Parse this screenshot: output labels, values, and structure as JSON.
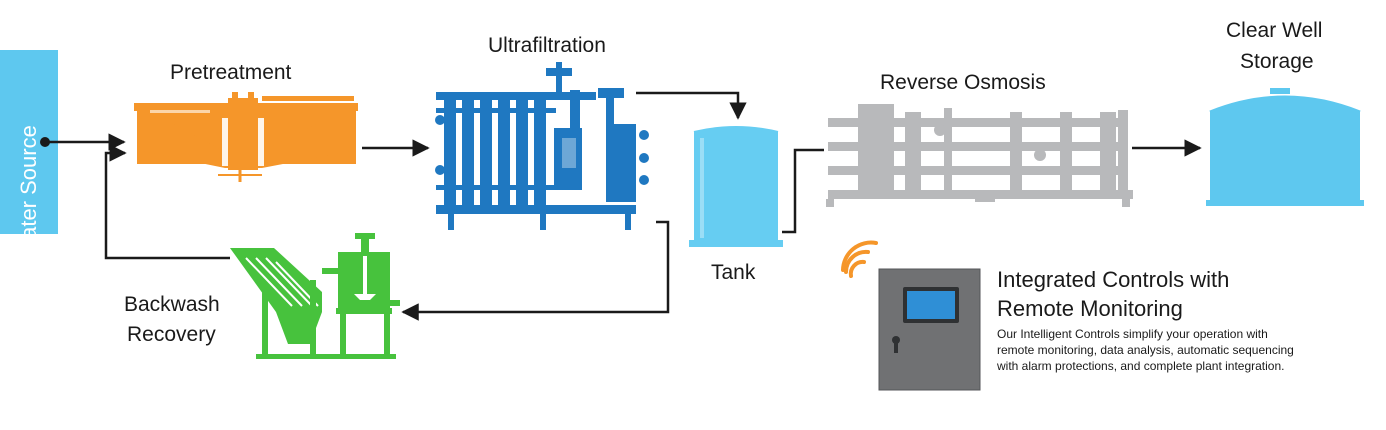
{
  "source": {
    "label": "Water Source"
  },
  "stages": {
    "pretreatment": "Pretreatment",
    "ultrafiltration": "Ultrafiltration",
    "tank": "Tank",
    "reverse_osmosis": "Reverse Osmosis",
    "clear_well_line1": "Clear Well",
    "clear_well_line2": "Storage",
    "backwash_line1": "Backwash",
    "backwash_line2": "Recovery"
  },
  "controls": {
    "title_line1": "Integrated Controls with",
    "title_line2": "Remote Monitoring",
    "description": "Our Intelligent Controls simplify your operation with remote monitoring, data analysis, automatic sequencing with alarm protections, and complete plant integration."
  },
  "colors": {
    "source": "#5ec8ef",
    "pretreatment": "#f5962a",
    "ultrafiltration": "#1f78c1",
    "tank": "#66cdf2",
    "reverse_osmosis": "#b8b9bb",
    "clear_well": "#5ec8ef",
    "backwash": "#47c23d",
    "controls_panel": "#707173",
    "controls_screen": "#2f8fd6",
    "wifi": "#f5962a",
    "flow_line": "#1a1a1a"
  },
  "icons": [
    "wifi-icon",
    "control-panel-icon"
  ]
}
